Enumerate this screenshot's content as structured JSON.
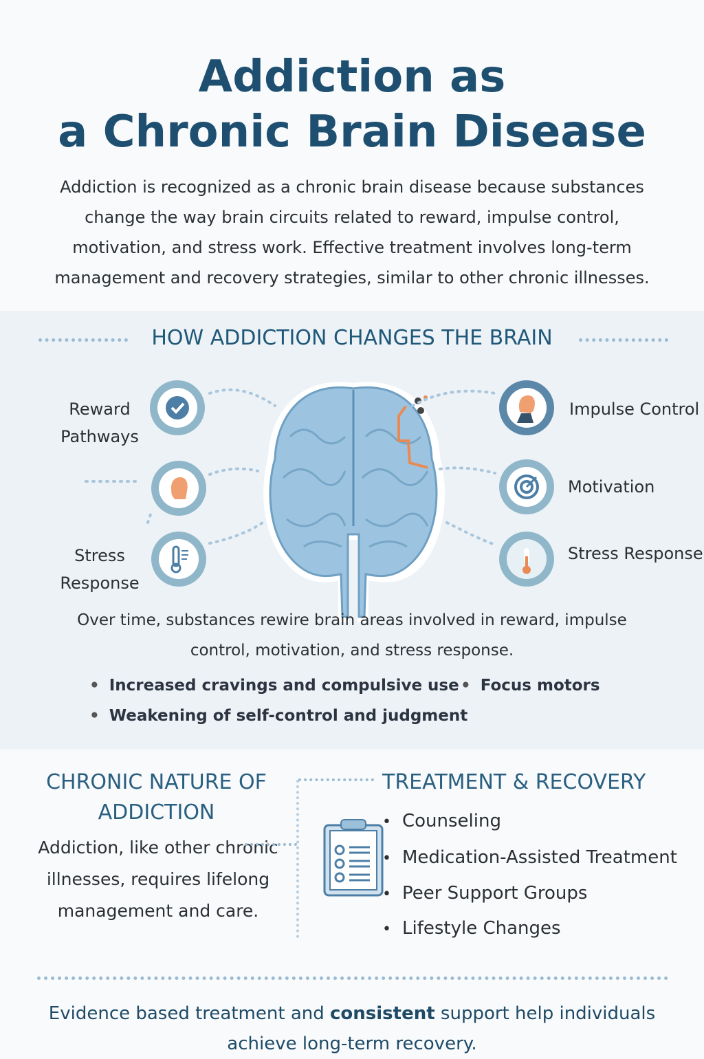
{
  "title_line1": "Addiction as",
  "title_line2": "a Chronic Brain Disease",
  "intro": "Addiction is recognized as a chronic brain disease because substances change the way brain circuits related to reward, impulse control, motivation, and stress work. Effective treatment involves long-term management and recovery strategies, similar to other chronic illnesses.",
  "how_section": {
    "heading": "HOW ADDICTION CHANGES THE BRAIN",
    "left": [
      {
        "label": "Reward Pathways",
        "icon": "check-icon"
      },
      {
        "label": "",
        "icon": "head-icon"
      },
      {
        "label": "Stress Response",
        "icon": "thermometer-icon"
      }
    ],
    "right": [
      {
        "label": "Impulse Control",
        "icon": "head-search-icon"
      },
      {
        "label": "Motivation",
        "icon": "target-icon"
      },
      {
        "label": "Stress Response",
        "icon": "thermometer-icon"
      }
    ],
    "summary": "Over time, substances rewire brain areas involved in reward, impulse control, motivation, and stress response.",
    "bullets": [
      "Increased cravings and compulsive use",
      "Focus motors",
      "Weakening of self-control and judgment"
    ]
  },
  "chronic": {
    "heading": "CHRONIC NATURE OF ADDICTION",
    "text": "Addiction, like other chronic illnesses, requires lifelong management and care."
  },
  "treatment": {
    "heading": "TREATMENT & RECOVERY",
    "items": [
      "Counseling",
      "Medication-Assisted Treatment",
      "Peer Support Groups",
      "Lifestyle Changes"
    ]
  },
  "footer": {
    "p1": "Evidence based treatment and ",
    "p2": "consistent",
    "p3": " support help individuals achieve long-term recovery."
  },
  "colors": {
    "accent": "#1f4f70",
    "icon_ring": "#8fb7c9",
    "orange": "#f0a070",
    "brain": "#9cc4e0"
  }
}
